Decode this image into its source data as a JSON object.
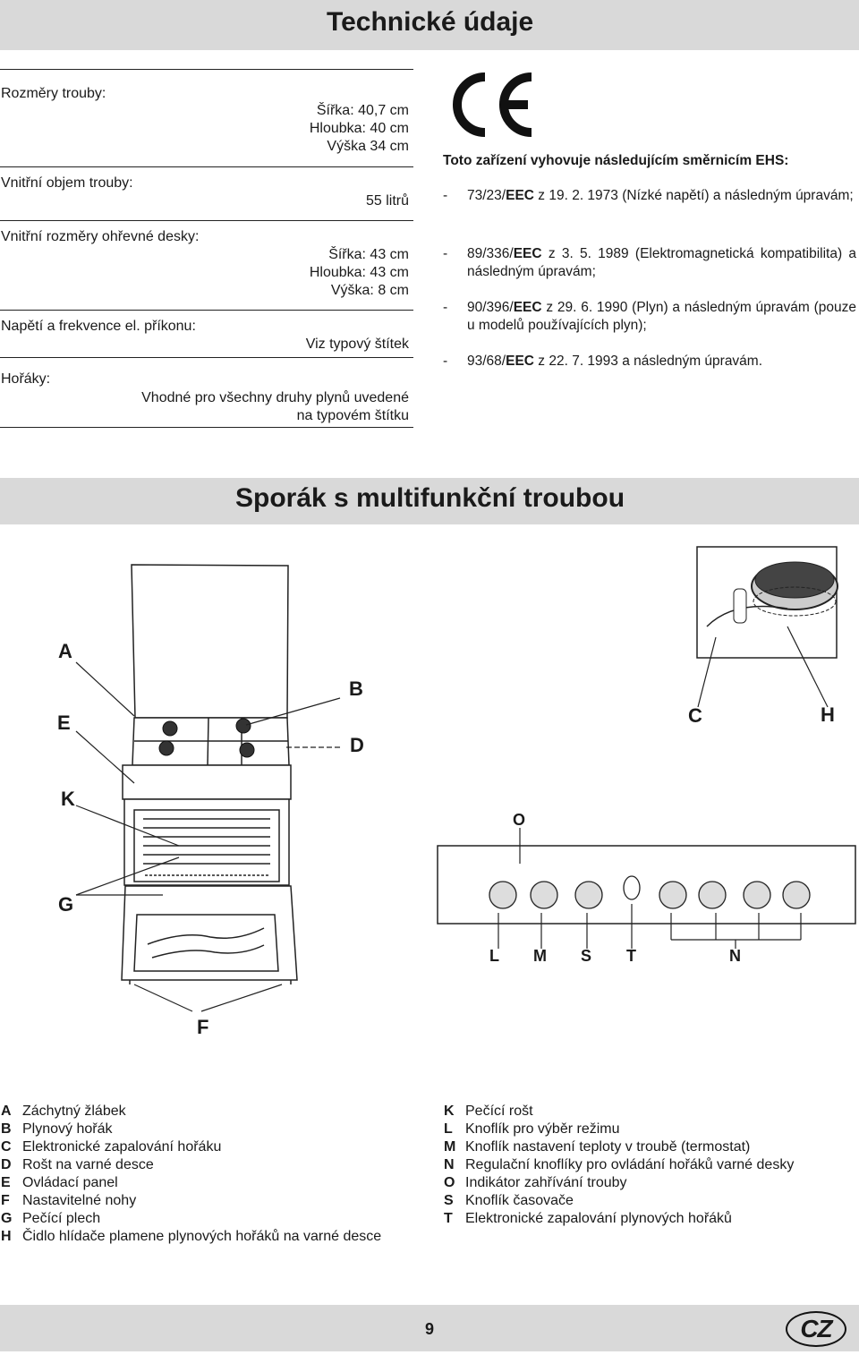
{
  "header": {
    "title": "Technické údaje"
  },
  "specs": {
    "oven_dims": {
      "label": "Rozměry trouby:",
      "values": [
        "Šířka: 40,7 cm",
        "Hloubka: 40 cm",
        "Výška 34 cm"
      ]
    },
    "oven_volume": {
      "label": "Vnitřní objem trouby:",
      "value": "55 litrů"
    },
    "hob_dims": {
      "label": "Vnitřní rozměry ohřevné desky:",
      "values": [
        "Šířka: 43 cm",
        "Hloubka: 43 cm",
        "Výška: 8 cm"
      ]
    },
    "voltage": {
      "label": "Napětí a frekvence el. příkonu:",
      "value": "Viz typový štítek"
    },
    "burners": {
      "label": "Hořáky:",
      "values": [
        "Vhodné pro všechny druhy plynů uvedené",
        "na typovém štítku"
      ]
    }
  },
  "ce": {
    "logo": "CE",
    "heading": "Toto zařízení vyhovuje následujícím směrnicím EHS:",
    "items": [
      {
        "dash": "-",
        "pre": "73/23/",
        "bold": "EEC",
        "post": " z 19. 2. 1973 (Nízké napětí) a následným úpravám;"
      },
      {
        "dash": "-",
        "pre": "89/336/",
        "bold": "EEC",
        "post": " z 3. 5. 1989 (Elektromagnetická kompatibilita) a následným úpravám;"
      },
      {
        "dash": "-",
        "pre": "90/396/",
        "bold": "EEC",
        "post": " z 29. 6. 1990 (Plyn) a následným úpravám (pouze u modelů používajících plyn);"
      },
      {
        "dash": "-",
        "pre": "93/68/",
        "bold": "EEC",
        "post": " z 22. 7. 1993 a následným úpravám."
      }
    ]
  },
  "section2": {
    "title": "Sporák s multifunkční troubou"
  },
  "callouts": {
    "A": "A",
    "B": "B",
    "C": "C",
    "D": "D",
    "E": "E",
    "F": "F",
    "G": "G",
    "H": "H",
    "K": "K",
    "L": "L",
    "M": "M",
    "N": "N",
    "O": "O",
    "S": "S",
    "T": "T"
  },
  "legend_left": [
    {
      "key": "A",
      "text": "Záchytný žlábek"
    },
    {
      "key": "B",
      "text": "Plynový hořák"
    },
    {
      "key": "C",
      "text": "Elektronické zapalování hořáku"
    },
    {
      "key": "D",
      "text": "Rošt na varné desce"
    },
    {
      "key": "E",
      "text": "Ovládací panel"
    },
    {
      "key": "F",
      "text": "Nastavitelné nohy"
    },
    {
      "key": "G",
      "text": "Pečící plech"
    },
    {
      "key": "H",
      "text": "Čidlo hlídače plamene plynových hořáků na varné desce"
    }
  ],
  "legend_right": [
    {
      "key": "K",
      "text": "Pečící rošt"
    },
    {
      "key": "L",
      "text": "Knoflík pro výběr režimu"
    },
    {
      "key": "M",
      "text": "Knoflík nastavení teploty v troubě (termostat)"
    },
    {
      "key": "N",
      "text": "Regulační knoflíky pro ovládání hořáků varné desky"
    },
    {
      "key": "O",
      "text": "Indikátor zahřívání trouby"
    },
    {
      "key": "S",
      "text": "Knoflík časovače"
    },
    {
      "key": "T",
      "text": "Elektronické zapalování plynových hořáků"
    }
  ],
  "footer": {
    "page": "9",
    "lang": "CZ"
  }
}
